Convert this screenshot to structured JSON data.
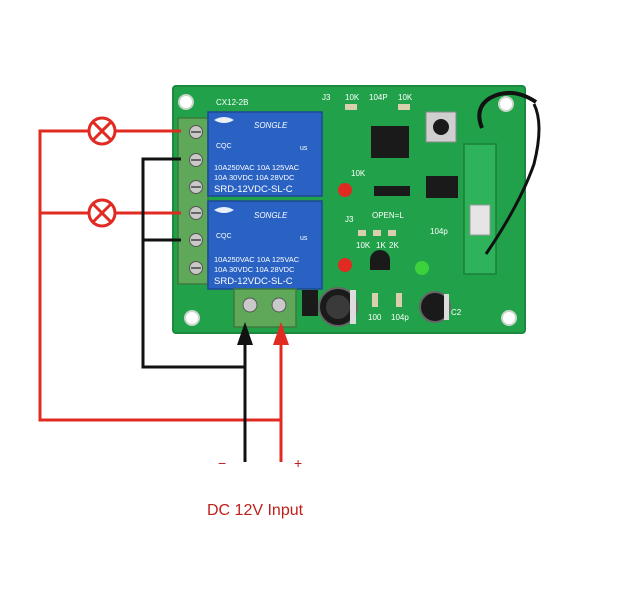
{
  "board": {
    "model": "CX12-2B",
    "relay_brand": "SONGLE",
    "relay_ratings_line1": "10A250VAC  10A 125VAC",
    "relay_ratings_line2": "10A 30VDC 10A  28VDC",
    "relay_model": "SRD-12VDC-SL-C",
    "cert_left": "CQC",
    "cert_right": "us",
    "labels": {
      "j3_top": "J3",
      "r10k_a": "10K",
      "c104p_a": "104P",
      "r10k_b": "10K",
      "r10k_c": "10K",
      "j3_mid": "J3",
      "open_l": "OPEN=L",
      "c104p_b": "104p",
      "r10k_d": "10K",
      "r1k": "1K",
      "r2k": "2K",
      "r100": "100",
      "c104p_c": "104p",
      "c2": "C2"
    }
  },
  "polarity": {
    "minus": "−",
    "plus": "+"
  },
  "caption": "DC 12V Input",
  "colors": {
    "pcb": "#21a24a",
    "relay": "#2a62c4",
    "terminal": "#5fa85a",
    "wire_red": "#e02a22",
    "wire_black": "#111111",
    "lamp": "#e02a22",
    "caption": "#c0201c"
  },
  "icons": [
    "lamp-icon",
    "relay-icon",
    "capacitor-icon",
    "led-icon",
    "antenna-icon"
  ]
}
